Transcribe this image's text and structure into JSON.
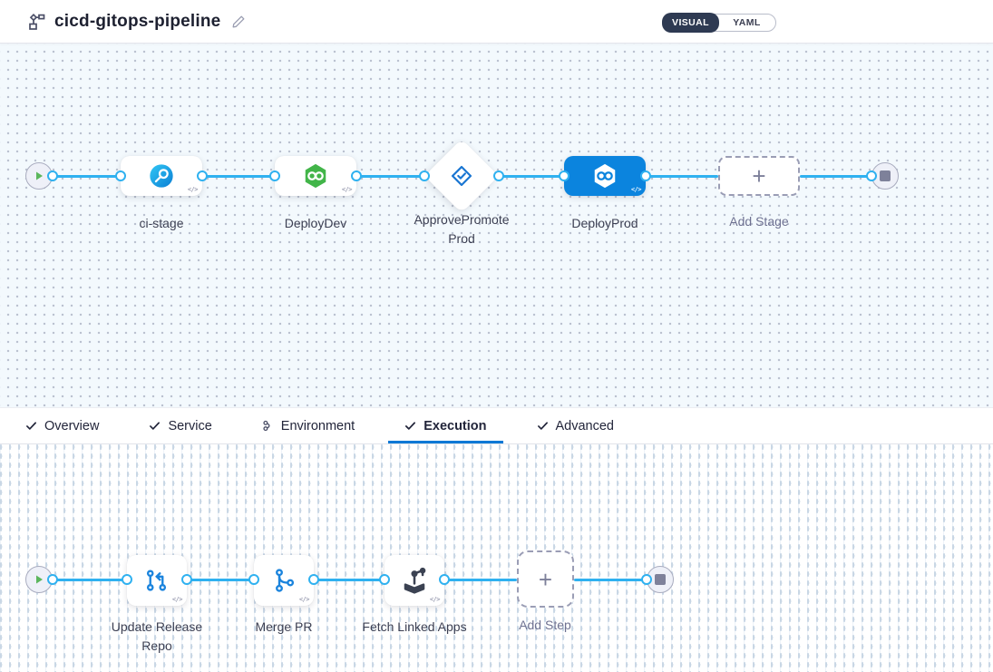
{
  "header": {
    "title": "cicd-gitops-pipeline",
    "toggle": {
      "visual": "VISUAL",
      "yaml": "YAML"
    }
  },
  "stage_canvas": {
    "stages": [
      {
        "label": "ci-stage",
        "type": "ci-build-stage",
        "selected": false
      },
      {
        "label": "DeployDev",
        "type": "cd-deploy-stage",
        "selected": false
      },
      {
        "label": "ApprovePromoteProd",
        "type": "approval-stage",
        "selected": false
      },
      {
        "label": "DeployProd",
        "type": "cd-deploy-stage",
        "selected": true
      }
    ],
    "add_stage_label": "Add Stage"
  },
  "tabs": [
    {
      "label": "Overview",
      "icon": "check-icon",
      "active": false
    },
    {
      "label": "Service",
      "icon": "check-icon",
      "active": false
    },
    {
      "label": "Environment",
      "icon": "environment-icon",
      "active": false
    },
    {
      "label": "Execution",
      "icon": "check-icon",
      "active": true
    },
    {
      "label": "Advanced",
      "icon": "check-icon",
      "active": false
    }
  ],
  "step_canvas": {
    "steps": [
      {
        "label": "Update Release Repo",
        "type": "gitops-update-release-repo"
      },
      {
        "label": "Merge PR",
        "type": "gitops-merge-pr"
      },
      {
        "label": "Fetch Linked Apps",
        "type": "gitops-fetch-linked-apps"
      }
    ],
    "add_step_label": "Add Step"
  },
  "colors": {
    "accent_blue": "#0278d5",
    "connector_blue": "#2fb1f0",
    "selected_stage_bg": "#0b84de",
    "cd_green": "#42b549",
    "play_green": "#5bb65c",
    "approval_blue": "#1a76d2",
    "toggle_dark": "#2e3a52",
    "canvas_top_bg": "#f3f9fd",
    "canvas_bottom_bg": "#ffffff"
  }
}
